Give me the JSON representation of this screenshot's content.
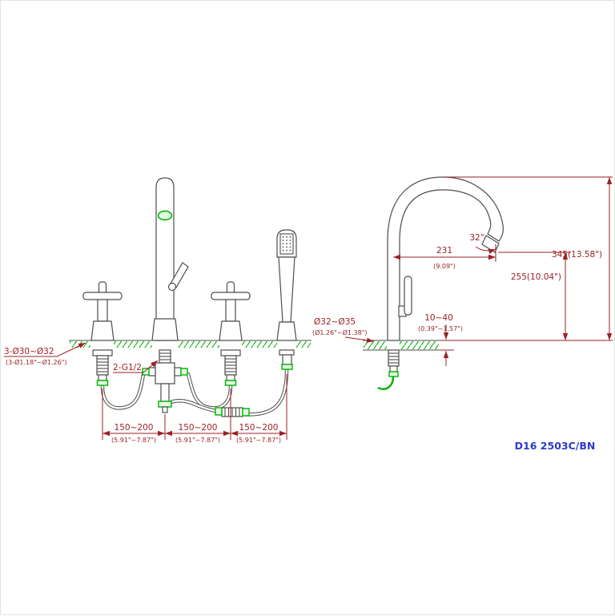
{
  "part_number": "D16 2503C/BN",
  "colors": {
    "line": "#4d4d4d",
    "dimension": "#9b2226",
    "accent_green": "#00b000",
    "part_number_blue": "#2b3bc7"
  },
  "front_view": {
    "label_holes_mm": "3-Ø30~Ø32",
    "label_holes_in": "(3-Ø1.18\"~Ø1.26\")",
    "label_thread": "2-G1/2",
    "spacing_mm": "150~200",
    "spacing_in": "(5.91\"~7.87\")"
  },
  "side_view": {
    "label_spout_hole_mm": "Ø32~Ø35",
    "label_spout_hole_in": "(Ø1.26\"~Ø1.38\")",
    "reach_mm": "231",
    "reach_in": "(9.09\")",
    "tip_angle": "32°",
    "total_height": "345(13.58\")",
    "spout_height": "255(10.04\")",
    "deck_thickness_mm": "10~40",
    "deck_thickness_in": "(0.39\"~1.57\")"
  }
}
